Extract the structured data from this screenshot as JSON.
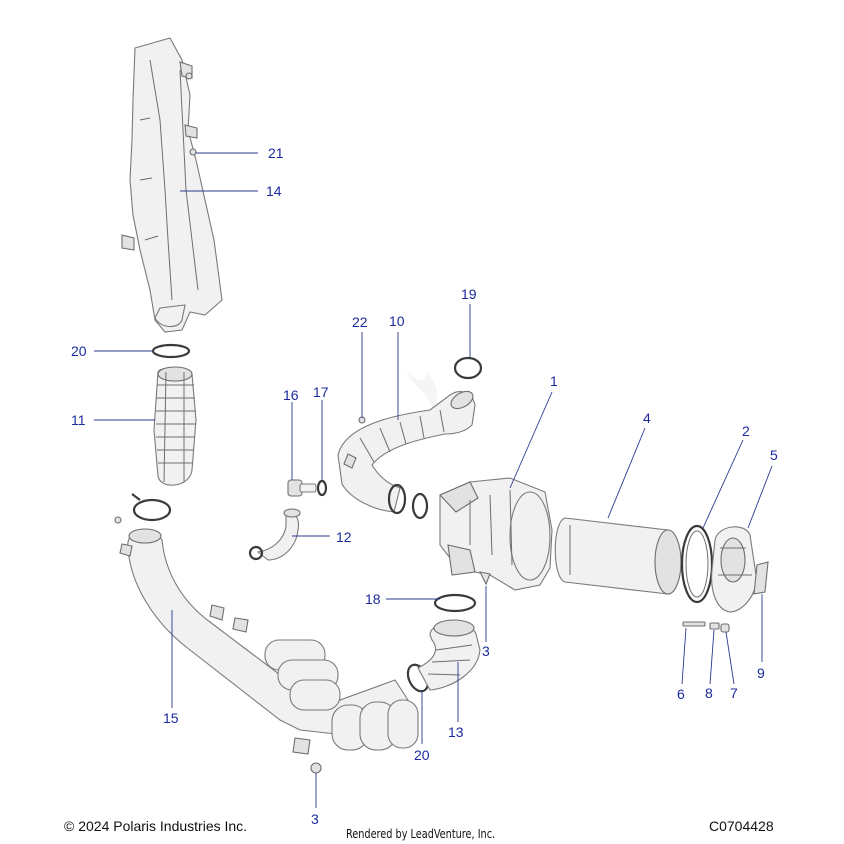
{
  "callouts": [
    {
      "id": "c1",
      "label": "1"
    },
    {
      "id": "c2",
      "label": "2"
    },
    {
      "id": "c3a",
      "label": "3"
    },
    {
      "id": "c3b",
      "label": "3"
    },
    {
      "id": "c4",
      "label": "4"
    },
    {
      "id": "c5",
      "label": "5"
    },
    {
      "id": "c6",
      "label": "6"
    },
    {
      "id": "c7",
      "label": "7"
    },
    {
      "id": "c8",
      "label": "8"
    },
    {
      "id": "c9",
      "label": "9"
    },
    {
      "id": "c10",
      "label": "10"
    },
    {
      "id": "c11",
      "label": "11"
    },
    {
      "id": "c12",
      "label": "12"
    },
    {
      "id": "c13",
      "label": "13"
    },
    {
      "id": "c14",
      "label": "14"
    },
    {
      "id": "c15",
      "label": "15"
    },
    {
      "id": "c16",
      "label": "16"
    },
    {
      "id": "c17",
      "label": "17"
    },
    {
      "id": "c18",
      "label": "18"
    },
    {
      "id": "c19",
      "label": "19"
    },
    {
      "id": "c20a",
      "label": "20"
    },
    {
      "id": "c20b",
      "label": "20"
    },
    {
      "id": "c21",
      "label": "21"
    },
    {
      "id": "c22",
      "label": "22"
    }
  ],
  "footer": {
    "copyright": "© 2024 Polaris Industries Inc.",
    "rendered_by": "Rendered by LeadVenture, Inc.",
    "diagram_code": "C0704428"
  },
  "colors": {
    "callout_text": "#1b2a9e",
    "leader_line": "#2a3a8f",
    "part_fill": "#f1f1f1",
    "part_outline": "#7a7a7a"
  }
}
